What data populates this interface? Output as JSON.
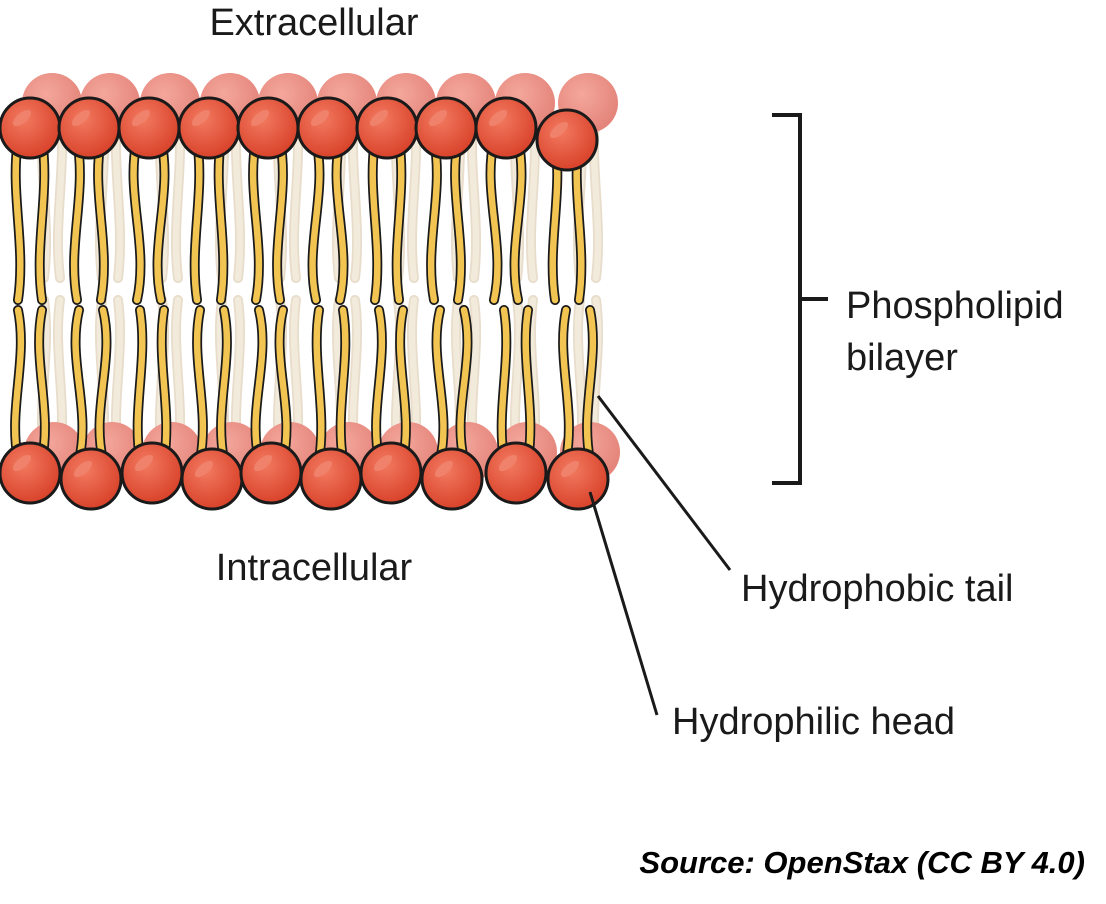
{
  "labels": {
    "top": "Extracellular",
    "bottom": "Intracellular",
    "bilayer_line1": "Phospholipid",
    "bilayer_line2": "bilayer",
    "tail": "Hydrophobic tail",
    "head": "Hydrophilic head"
  },
  "source": "Source: OpenStax (CC BY 4.0)",
  "colors": {
    "head": "#e4533a",
    "head_back": "#ec9288",
    "head_highlight": "#f0826c",
    "tail": "#f2c552",
    "tail_back": "#f2eadb",
    "outline": "#1a1a1a"
  }
}
